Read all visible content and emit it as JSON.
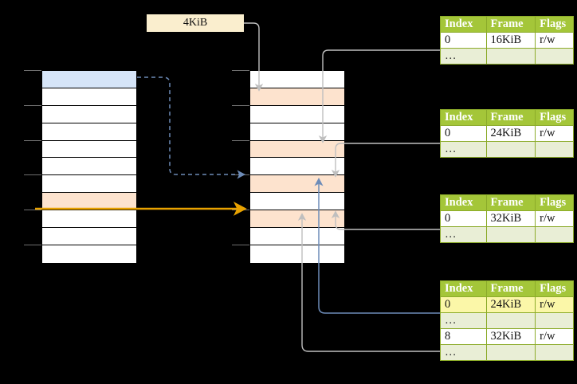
{
  "diagram": {
    "title": "page-table-translation-diagram",
    "colors": {
      "highlight_blue": "#d6e5f8",
      "highlight_peach": "#fde3ce",
      "table_header_green": "#a4c639",
      "table_alt_row": "#e9eed6",
      "label_cream": "#faeece",
      "yellow_highlight": "#fbf7a8",
      "arrow_orange": "#e8a200",
      "arrow_blue": "#6d8cb8",
      "arrow_grey": "#bfbfbf"
    }
  },
  "size_label": {
    "text": "4KiB"
  },
  "virtual_column": {
    "name": "virtual-address-space",
    "rows": [
      {
        "state": "selected-blue"
      },
      {
        "state": "empty"
      },
      {
        "state": "empty"
      },
      {
        "state": "empty"
      },
      {
        "state": "empty"
      },
      {
        "state": "empty"
      },
      {
        "state": "empty"
      },
      {
        "state": "selected-peach"
      },
      {
        "state": "empty"
      },
      {
        "state": "empty"
      },
      {
        "state": "empty"
      }
    ]
  },
  "physical_column": {
    "name": "physical-memory",
    "rows": [
      {
        "state": "empty"
      },
      {
        "state": "frame-peach"
      },
      {
        "state": "empty"
      },
      {
        "state": "empty"
      },
      {
        "state": "frame-peach"
      },
      {
        "state": "empty"
      },
      {
        "state": "frame-peach"
      },
      {
        "state": "empty"
      },
      {
        "state": "frame-peach"
      },
      {
        "state": "empty"
      },
      {
        "state": "empty"
      }
    ]
  },
  "tables": [
    {
      "name": "page-table-level-1",
      "headers": [
        "Index",
        "Frame",
        "Flags"
      ],
      "rows": [
        {
          "cells": [
            "0",
            "16KiB",
            "r/w"
          ],
          "style": "normal"
        },
        {
          "cells": [
            "…",
            "",
            ""
          ],
          "style": "ellipsis"
        }
      ]
    },
    {
      "name": "page-table-level-2",
      "headers": [
        "Index",
        "Frame",
        "Flags"
      ],
      "rows": [
        {
          "cells": [
            "0",
            "24KiB",
            "r/w"
          ],
          "style": "normal"
        },
        {
          "cells": [
            "…",
            "",
            ""
          ],
          "style": "ellipsis"
        }
      ]
    },
    {
      "name": "page-table-level-3",
      "headers": [
        "Index",
        "Frame",
        "Flags"
      ],
      "rows": [
        {
          "cells": [
            "0",
            "32KiB",
            "r/w"
          ],
          "style": "normal"
        },
        {
          "cells": [
            "…",
            "",
            ""
          ],
          "style": "ellipsis"
        }
      ]
    },
    {
      "name": "page-table-level-4",
      "headers": [
        "Index",
        "Frame",
        "Flags"
      ],
      "rows": [
        {
          "cells": [
            "0",
            "24KiB",
            "r/w"
          ],
          "style": "highlighted"
        },
        {
          "cells": [
            "…",
            "",
            ""
          ],
          "style": "ellipsis"
        },
        {
          "cells": [
            "8",
            "32KiB",
            "r/w"
          ],
          "style": "normal"
        },
        {
          "cells": [
            "…",
            "",
            ""
          ],
          "style": "ellipsis"
        }
      ]
    }
  ]
}
